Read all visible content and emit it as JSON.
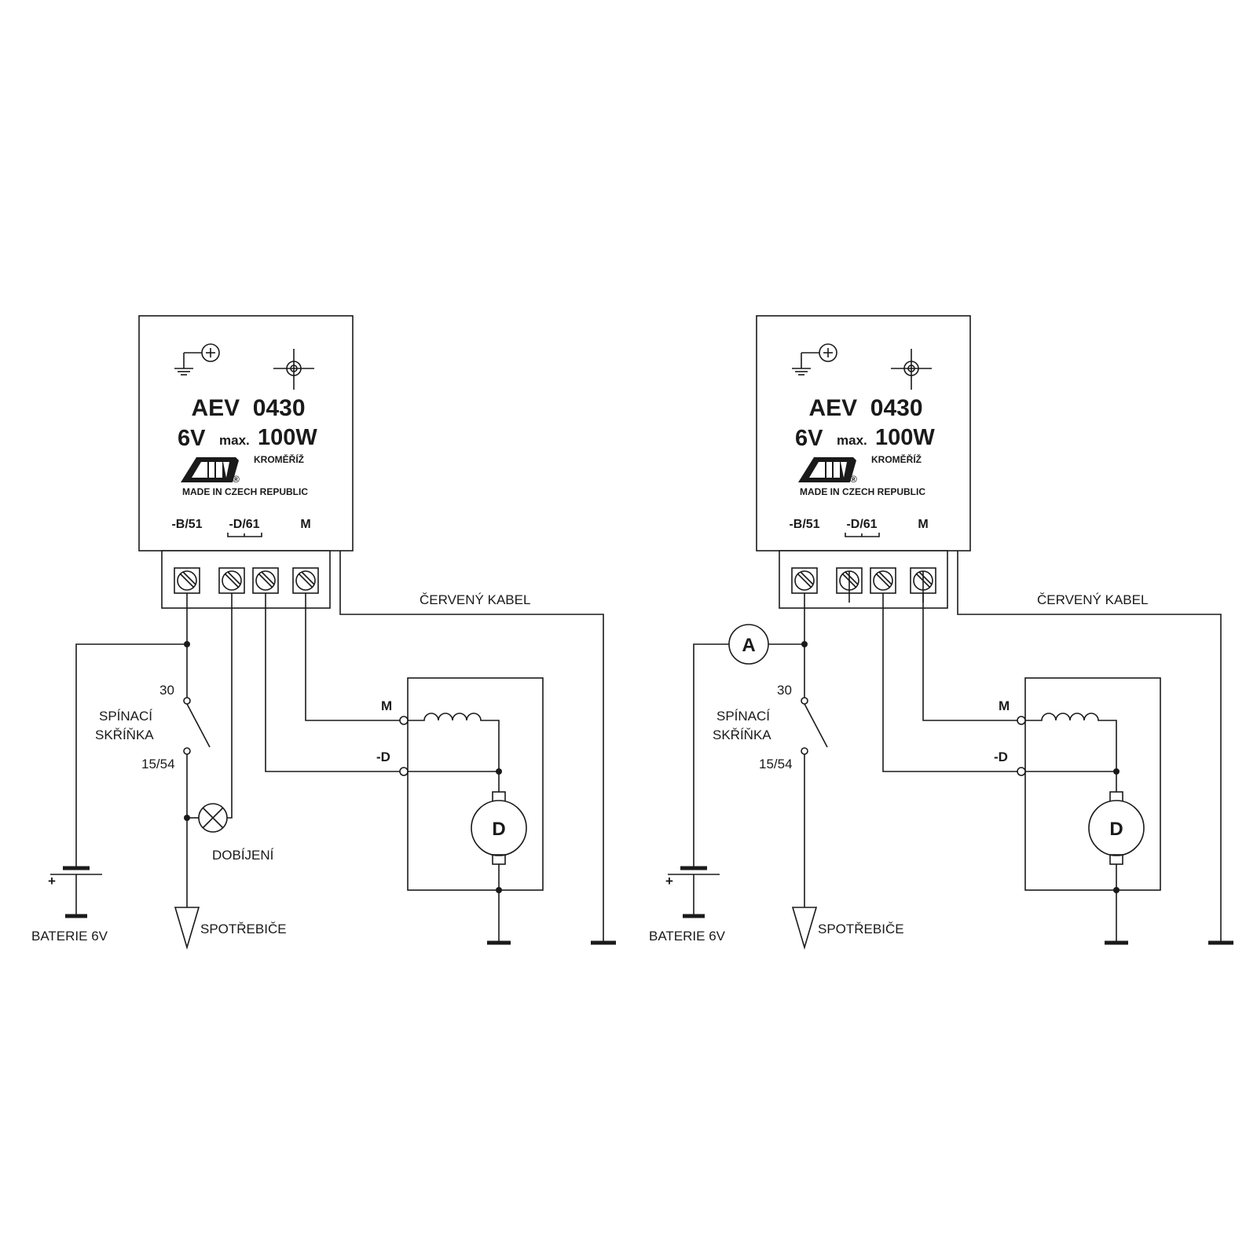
{
  "diagrams": [
    {
      "model": "AEV  0430",
      "voltage": "6V",
      "max_prefix": "max.",
      "power": "100W",
      "city": "KROMĚŘÍŽ",
      "made_in": "MADE IN CZECH REPUBLIC",
      "reg_mark": "®",
      "terminals": {
        "b51": "-B/51",
        "d61": "-D/61",
        "m": "M"
      },
      "red_cable": "ČERVENÝ KABEL",
      "switch_30": "30",
      "switch_name_1": "SPÍNACÍ",
      "switch_name_2": "SKŘÍŇKA",
      "switch_1554": "15/54",
      "charging_lamp": "DOBÍJENÍ",
      "battery_plus": "+",
      "battery": "BATERIE 6V",
      "consumers": "SPOTŘEBIČE",
      "dynamo_m": "M",
      "dynamo_d": "-D",
      "dynamo": "D"
    },
    {
      "model": "AEV  0430",
      "voltage": "6V",
      "max_prefix": "max.",
      "power": "100W",
      "city": "KROMĚŘÍŽ",
      "made_in": "MADE IN CZECH REPUBLIC",
      "reg_mark": "®",
      "terminals": {
        "b51": "-B/51",
        "d61": "-D/61",
        "m": "M"
      },
      "red_cable": "ČERVENÝ KABEL",
      "ammeter": "A",
      "switch_30": "30",
      "switch_name_1": "SPÍNACÍ",
      "switch_name_2": "SKŘÍŇKA",
      "switch_1554": "15/54",
      "battery_plus": "+",
      "battery": "BATERIE 6V",
      "consumers": "SPOTŘEBIČE",
      "dynamo_m": "M",
      "dynamo_d": "-D",
      "dynamo": "D"
    }
  ]
}
